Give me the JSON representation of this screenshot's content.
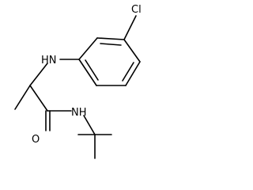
{
  "molecule": {
    "labels": {
      "chlorine": "Cl",
      "amine_nh": "HN",
      "amide_nh": "NH",
      "carbonyl_o": "O"
    }
  }
}
